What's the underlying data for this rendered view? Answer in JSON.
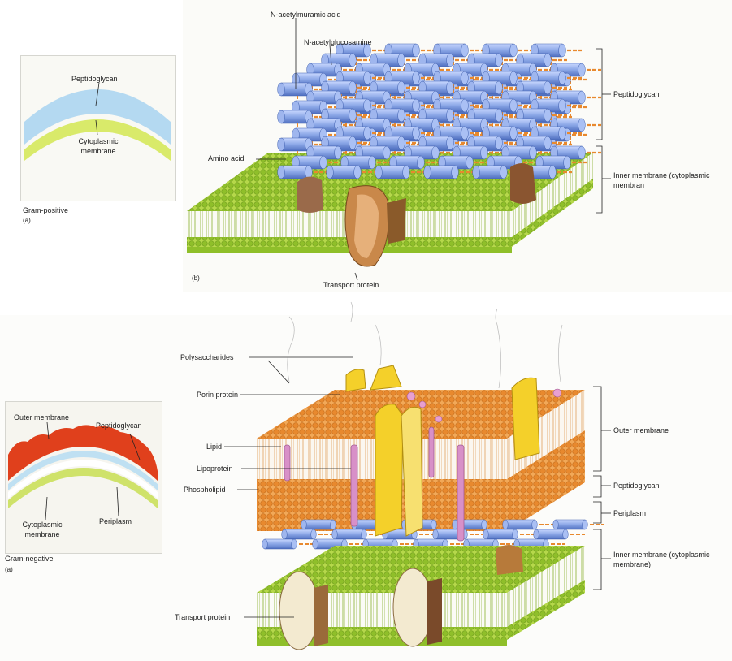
{
  "top_left": {
    "peptidoglycan": "Peptidoglycan",
    "cytoplasmic_membrane": "Cytoplasmic membrane",
    "caption": "Gram-positive",
    "letter": "(a)"
  },
  "top_right": {
    "nam": "N-acetylmuramic acid",
    "nag": "N-acetylglucosamine",
    "amino_acid": "Amino acid",
    "peptidoglycan": "Peptidoglycan",
    "inner_membrane": "Inner membrane (cytoplasmic membran",
    "transport_protein": "Transport protein",
    "letter": "(b)"
  },
  "bottom_left": {
    "outer_membrane": "Outer membrane",
    "peptidoglycan": "Peptidoglycan",
    "cytoplasmic_membrane": "Cytoplasmic membrane",
    "periplasm": "Periplasm",
    "caption": "Gram-negative",
    "letter": "(a)"
  },
  "bottom_right": {
    "polysaccharides": "Polysaccharides",
    "porin_protein": "Porin protein",
    "lipid": "Lipid",
    "lipoprotein": "Lipoprotein",
    "phospholipid": "Phospholipid",
    "transport_protein": "Transport protein",
    "outer_membrane": "Outer membrane",
    "peptidoglycan": "Peptidoglycan",
    "periplasm": "Periplasm",
    "inner_membrane": "Inner membrane (cytoplasmic membrane)"
  },
  "colors": {
    "membrane_green": "#a6cf3a",
    "head_green": "#8fbf2a",
    "glycan_blue": "#7f9fe0",
    "outer_orange": "#e8892e",
    "outer_red": "#e0401c",
    "porin_yellow": "#f4d02a",
    "lipo_pink": "#d890c8",
    "protein_brown": "#b77a3a"
  }
}
